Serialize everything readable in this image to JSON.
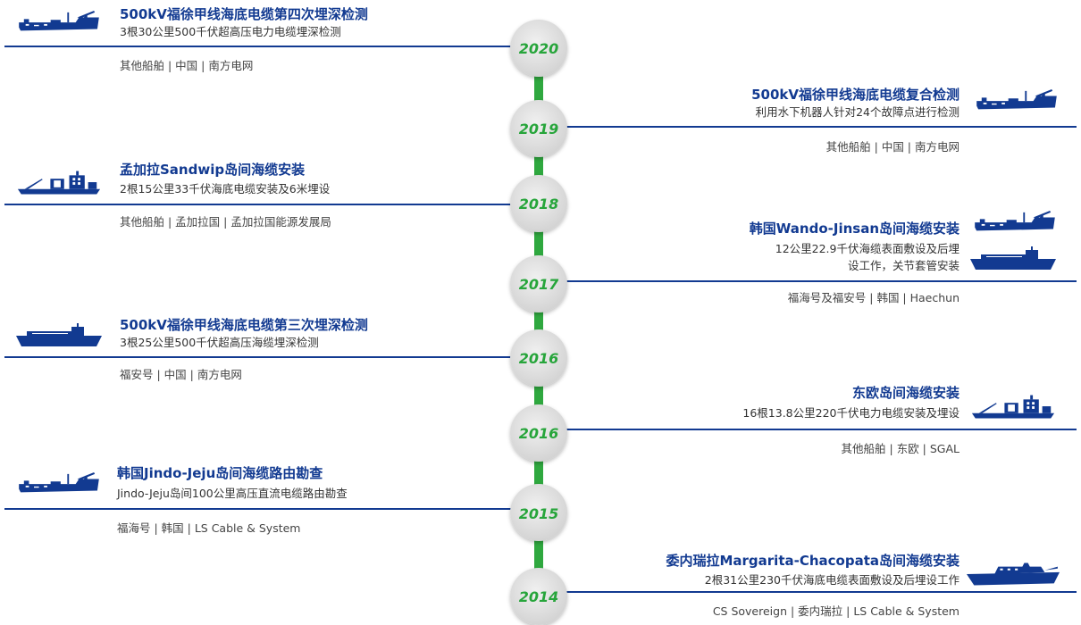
{
  "colors": {
    "accent_blue": "#123a91",
    "timeline_green": "#2fa83f",
    "year_green": "#27a53b"
  },
  "events": [
    {
      "year": "2020",
      "title": "500kV福徐甲线海底电缆第四次埋深检测",
      "desc": "3根30公里500千伏超高压电力电缆埋深检测",
      "meta": "其他船舶 | 中国  |  南方电网",
      "ship": "offshore-vessel-icon"
    },
    {
      "year": "2019",
      "title": "500kV福徐甲线海底电缆复合检测",
      "desc": "利用水下机器人针对24个故障点进行检测",
      "meta": "其他船舶 | 中国 | 南方电网",
      "ship": "offshore-vessel-icon"
    },
    {
      "year": "2018",
      "title": "孟加拉Sandwip岛间海缆安装",
      "desc": "2根15公里33千伏海底电缆安装及6米埋设",
      "meta": "其他船舶 | 孟加拉国 | 孟加拉国能源发展局",
      "ship": "cable-barge-icon"
    },
    {
      "year": "2017",
      "title": "韩国Wando-Jinsan岛间海缆安装",
      "desc_line1": "12公里22.9千伏海缆表面敷设及后埋",
      "desc_line2": "设工作，关节套管安装",
      "meta": "福海号及福安号 | 韩国 |  Haechun",
      "ship": "offshore-vessel-icon",
      "ship2": "cable-ship-icon"
    },
    {
      "year": "2016",
      "title": "500kV福徐甲线海底电缆第三次埋深检测",
      "desc": "3根25公里500千伏超高压海缆埋深检测",
      "meta": "福安号 | 中国 | 南方电网",
      "ship": "cable-ship-icon"
    },
    {
      "year": "2016",
      "title": "东欧岛间海缆安装",
      "desc": "16根13.8公里220千伏电力电缆安装及埋设",
      "meta": "其他船舶 | 东欧 | SGAL",
      "ship": "cable-barge-icon"
    },
    {
      "year": "2015",
      "title": "韩国Jindo-Jeju岛间海缆路由勘查",
      "desc": "Jindo-Jeju岛间100公里高压直流电缆路由勘查",
      "meta": "福海号 | 韩国 | LS Cable & System",
      "ship": "offshore-vessel-icon"
    },
    {
      "year": "2014",
      "title": "委内瑞拉Margarita-Chacopata岛间海缆安装",
      "desc": "2根31公里230千伏海底电缆表面敷设及后埋设工作",
      "meta": "CS Sovereign | 委内瑞拉 |  LS Cable & System",
      "ship": "sovereign-ship-icon"
    }
  ]
}
